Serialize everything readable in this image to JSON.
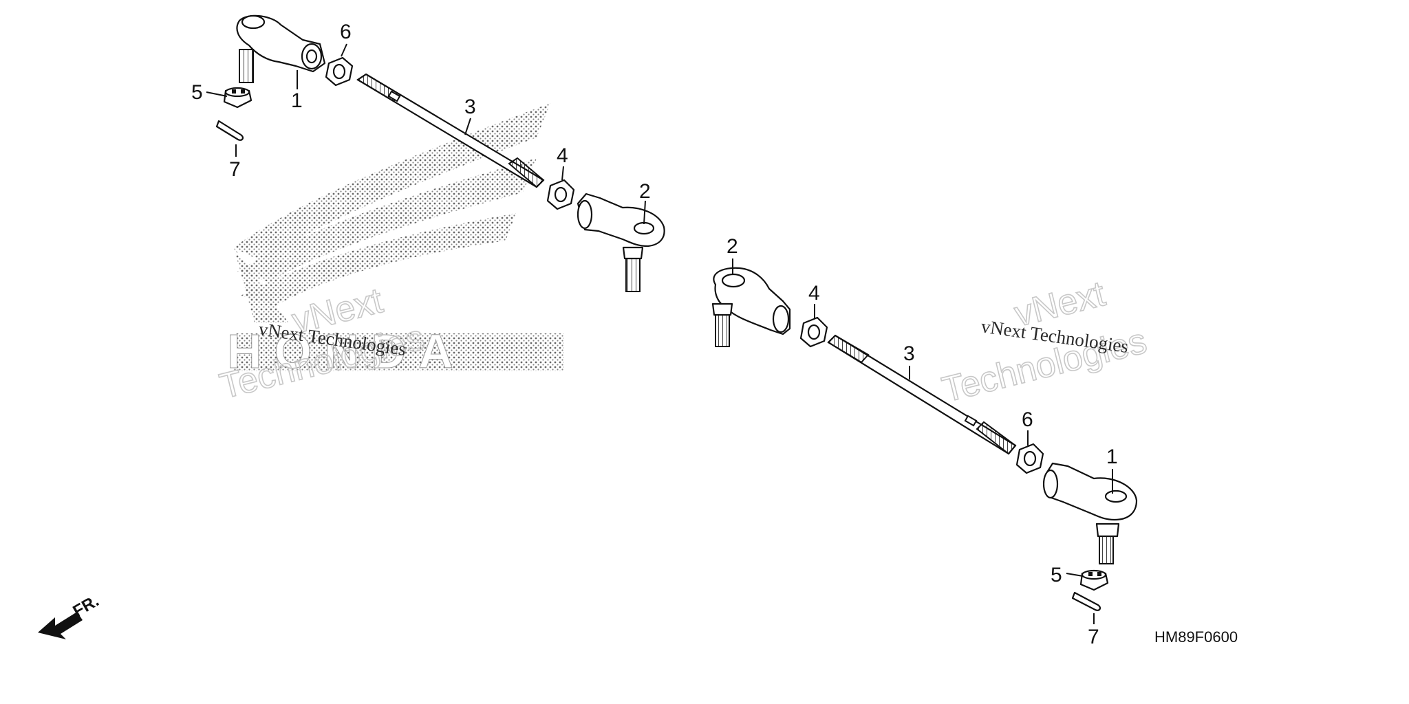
{
  "diagram": {
    "drawing_code": "HM89F0600",
    "front_indicator": "FR.",
    "watermark_lines": [
      "vNext",
      "Technologies"
    ],
    "watermark_caption": "vNext Technologies",
    "brand_logo_text": "HONDA",
    "callouts": {
      "left": {
        "tie_rod_end_outer": "1",
        "tie_rod_end_inner": "2",
        "tie_rod": "3",
        "lock_nut_inner": "4",
        "castle_nut": "5",
        "lock_nut_outer": "6",
        "cotter_pin": "7"
      },
      "right": {
        "tie_rod_end_outer": "1",
        "tie_rod_end_inner": "2",
        "tie_rod": "3",
        "lock_nut_inner": "4",
        "castle_nut": "5",
        "lock_nut_outer": "6",
        "cotter_pin": "7"
      }
    }
  }
}
